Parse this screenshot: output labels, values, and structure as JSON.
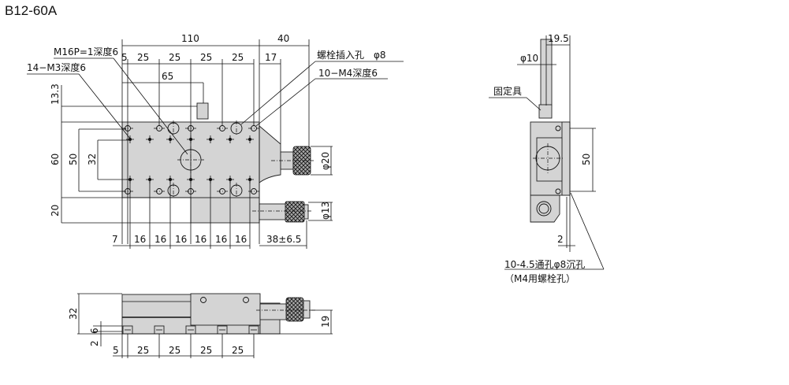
{
  "title": "B12-60A",
  "top_view": {
    "dims_top": {
      "overall": "110",
      "knob": "40",
      "row": [
        "5",
        "25",
        "25",
        "25",
        "25"
      ],
      "knob_offset": "17",
      "center": "65"
    },
    "dims_left": {
      "fixture": "13.3",
      "height": "60",
      "m4_pitch": "50",
      "m3_pitch": "32",
      "lower": "20"
    },
    "dims_bottom": {
      "row": [
        "7",
        "16",
        "16",
        "16",
        "16",
        "16",
        "16"
      ],
      "travel": "38±6.5"
    },
    "dims_right": {
      "knob_dia": "φ20",
      "micrometer_dia": "φ13"
    },
    "callouts": {
      "center_hole": "M16P=1深度6",
      "m3_holes": "14−M3深度6",
      "bolt_hole": "螺栓插入孔　φ8",
      "m4_holes": "10−M4深度6"
    }
  },
  "side_view": {
    "dims": {
      "offset": "19.5",
      "post_dia": "φ10",
      "pitch": "50",
      "plate": "2"
    },
    "callouts": {
      "fixture": "固定具",
      "mount_holes": "10-4.5通孔φ8沉孔",
      "mount_holes_note": "（M4用螺栓孔）"
    }
  },
  "front_view": {
    "dims": {
      "height": "32",
      "knob_height": "19",
      "step": "6",
      "base": "2",
      "row": [
        "5",
        "25",
        "25",
        "25",
        "25"
      ]
    }
  }
}
